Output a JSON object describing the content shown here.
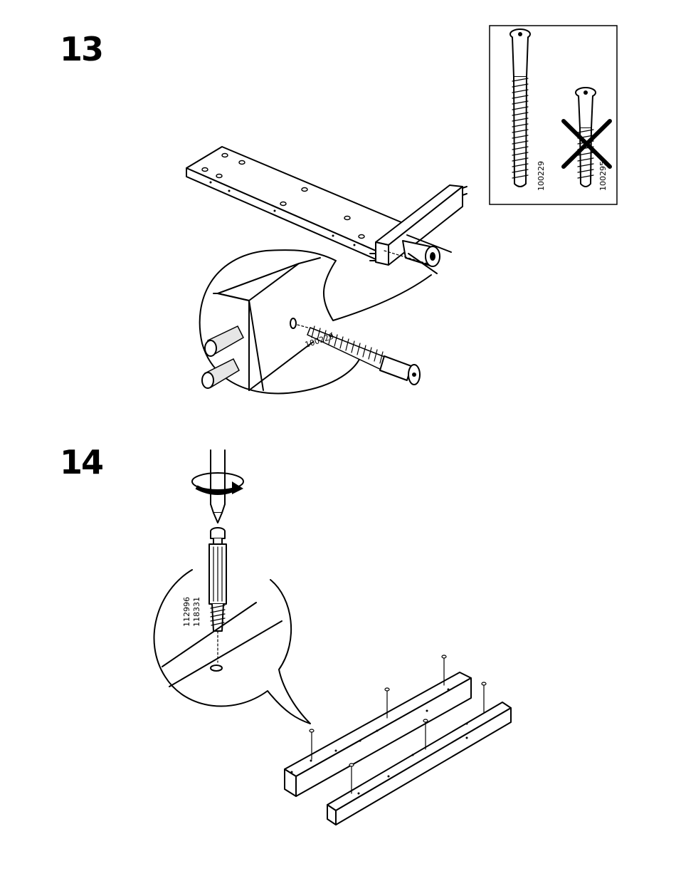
{
  "steps": [
    {
      "number": "13"
    },
    {
      "number": "14"
    }
  ],
  "step13": {
    "inset_labels": {
      "correct_screw": "100229",
      "wrong_screw": "100295"
    },
    "detail_label": "100229"
  },
  "step14": {
    "part_labels": [
      "112996",
      "118331"
    ]
  },
  "icons": [
    "screw-icon",
    "wrong-screw-x-icon",
    "screwdriver-icon",
    "rotate-arrow-icon",
    "dowel-icon",
    "cam-bolt-icon"
  ]
}
